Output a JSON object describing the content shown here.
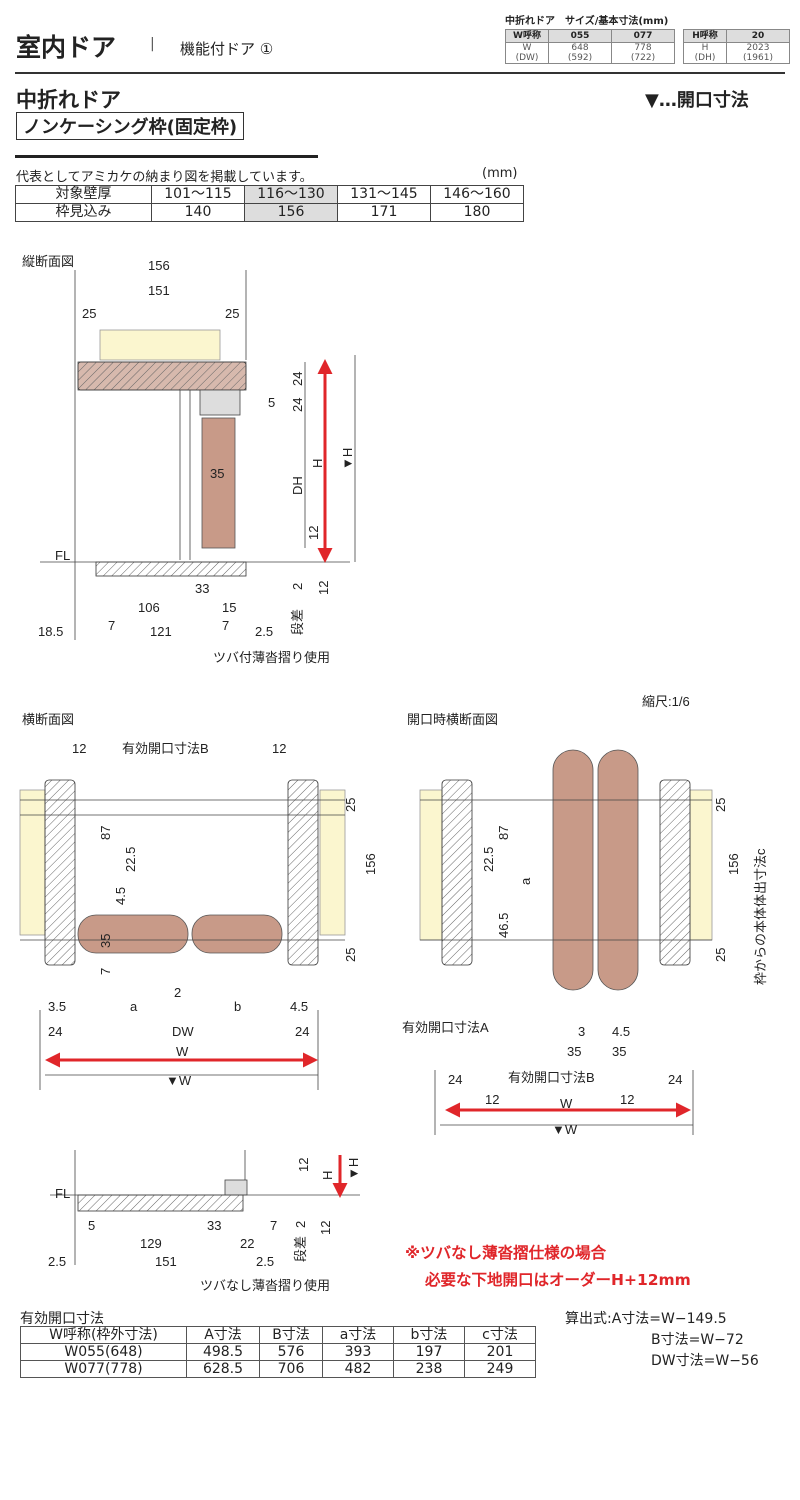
{
  "header": {
    "title": "室内ドア",
    "separator": "|",
    "subtitle": "機能付ドア ①"
  },
  "spec": {
    "caption": "中折れドア　サイズ/基本寸法(mm)",
    "w_head": [
      "W呼称",
      "055",
      "077"
    ],
    "w_row": [
      "W\n(DW)",
      "648\n(592)",
      "778\n(722)"
    ],
    "h_head": [
      "H呼称",
      "20"
    ],
    "h_row": [
      "H\n(DH)",
      "2023\n(1961)"
    ]
  },
  "section": {
    "title": "中折れドア",
    "frame": "ノンケーシング枠(固定枠)",
    "open_note": "▼…開口寸法"
  },
  "wall_table": {
    "note": "代表としてアミカケの納まり図を掲載しています。",
    "unit": "(mm)",
    "rows": [
      [
        "対象壁厚",
        "101～115",
        "116～130",
        "131～145",
        "146～160"
      ],
      [
        "枠見込み",
        "140",
        "156",
        "171",
        "180"
      ]
    ],
    "highlight_col": 2
  },
  "vertical": {
    "title": "縦断面図",
    "dims": [
      "156",
      "151",
      "25",
      "25",
      "24",
      "5",
      "24",
      "35",
      "DH",
      "H",
      "▼H",
      "12",
      "12",
      "2",
      "段差",
      "FL",
      "33",
      "106",
      "15",
      "18.5",
      "7",
      "121",
      "7",
      "2.5"
    ],
    "caption": "ツバ付薄沓摺り使用"
  },
  "scale": "縮尺:1/6",
  "horizontal": {
    "title": "横断面図",
    "dims": [
      "12",
      "有効開口寸法B",
      "12",
      "87",
      "22.5",
      "4.5",
      "35",
      "7",
      "156",
      "25",
      "25",
      "3.5",
      "a",
      "2",
      "b",
      "4.5",
      "24",
      "DW",
      "24",
      "W",
      "▼W"
    ]
  },
  "open": {
    "title": "開口時横断面図",
    "dims": [
      "22.5",
      "87",
      "a",
      "46.5",
      "156",
      "25",
      "25",
      "枠からの本体体出寸法c",
      "有効開口寸法A",
      "3",
      "4.5",
      "35",
      "35",
      "24",
      "有効開口寸法B",
      "24",
      "12",
      "W",
      "12",
      "▼W"
    ]
  },
  "bottom": {
    "dims": [
      "12",
      "H",
      "▼H",
      "FL",
      "5",
      "33",
      "7",
      "129",
      "22",
      "151",
      "2.5",
      "2.5",
      "2",
      "段差",
      "12"
    ],
    "caption": "ツバなし薄沓摺り使用"
  },
  "warning": [
    "※ツバなし薄沓摺仕様の場合",
    "必要な下地開口はオーダーH+12mm"
  ],
  "effective": {
    "caption": "有効開口寸法",
    "headers": [
      "W呼称(枠外寸法)",
      "A寸法",
      "B寸法",
      "a寸法",
      "b寸法",
      "c寸法"
    ],
    "rows": [
      [
        "W055(648)",
        "498.5",
        "576",
        "393",
        "197",
        "201"
      ],
      [
        "W077(778)",
        "628.5",
        "706",
        "482",
        "238",
        "249"
      ]
    ]
  },
  "formula": [
    "算出式:A寸法=W−149.5",
    "B寸法=W−72",
    "DW寸法=W−56"
  ],
  "colors": {
    "accent": "#e0262a",
    "door": "#c89a88",
    "wall": "#fbf6cf"
  }
}
